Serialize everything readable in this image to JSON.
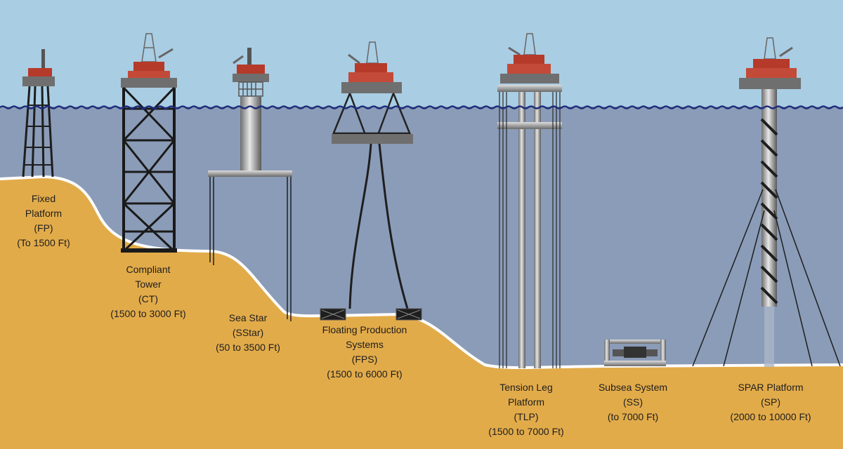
{
  "colors": {
    "sky": "#a9cde3",
    "water": "#8b9cb8",
    "seabed": "#e2ab4a",
    "seabed_edge": "#ffffff",
    "wave": "#1c2d7a",
    "steel_dark": "#222222",
    "deck_red": "#b53a2a",
    "deck_gray": "#6f6f6f"
  },
  "platforms": [
    {
      "id": "fp",
      "icon": "fixed-platform-icon",
      "lines": [
        "Fixed",
        "Platform",
        "(FP)",
        "(To 1500 Ft)"
      ]
    },
    {
      "id": "ct",
      "icon": "compliant-tower-icon",
      "lines": [
        "Compliant",
        "Tower",
        "(CT)",
        "(1500 to 3000 Ft)"
      ]
    },
    {
      "id": "sstar",
      "icon": "sea-star-icon",
      "lines": [
        "Sea Star",
        "(SStar)",
        "(50 to 3500 Ft)"
      ]
    },
    {
      "id": "fps",
      "icon": "floating-production-icon",
      "lines": [
        "Floating Production",
        "Systems",
        "(FPS)",
        "(1500 to 6000 Ft)"
      ]
    },
    {
      "id": "tlp",
      "icon": "tension-leg-platform-icon",
      "lines": [
        "Tension Leg",
        "Platform",
        "(TLP)",
        "(1500 to 7000 Ft)"
      ]
    },
    {
      "id": "ss",
      "icon": "subsea-system-icon",
      "lines": [
        "Subsea System",
        "(SS)",
        "(to 7000 Ft)"
      ]
    },
    {
      "id": "sp",
      "icon": "spar-platform-icon",
      "lines": [
        "SPAR Platform",
        "(SP)",
        "(2000 to 10000 Ft)"
      ]
    }
  ]
}
